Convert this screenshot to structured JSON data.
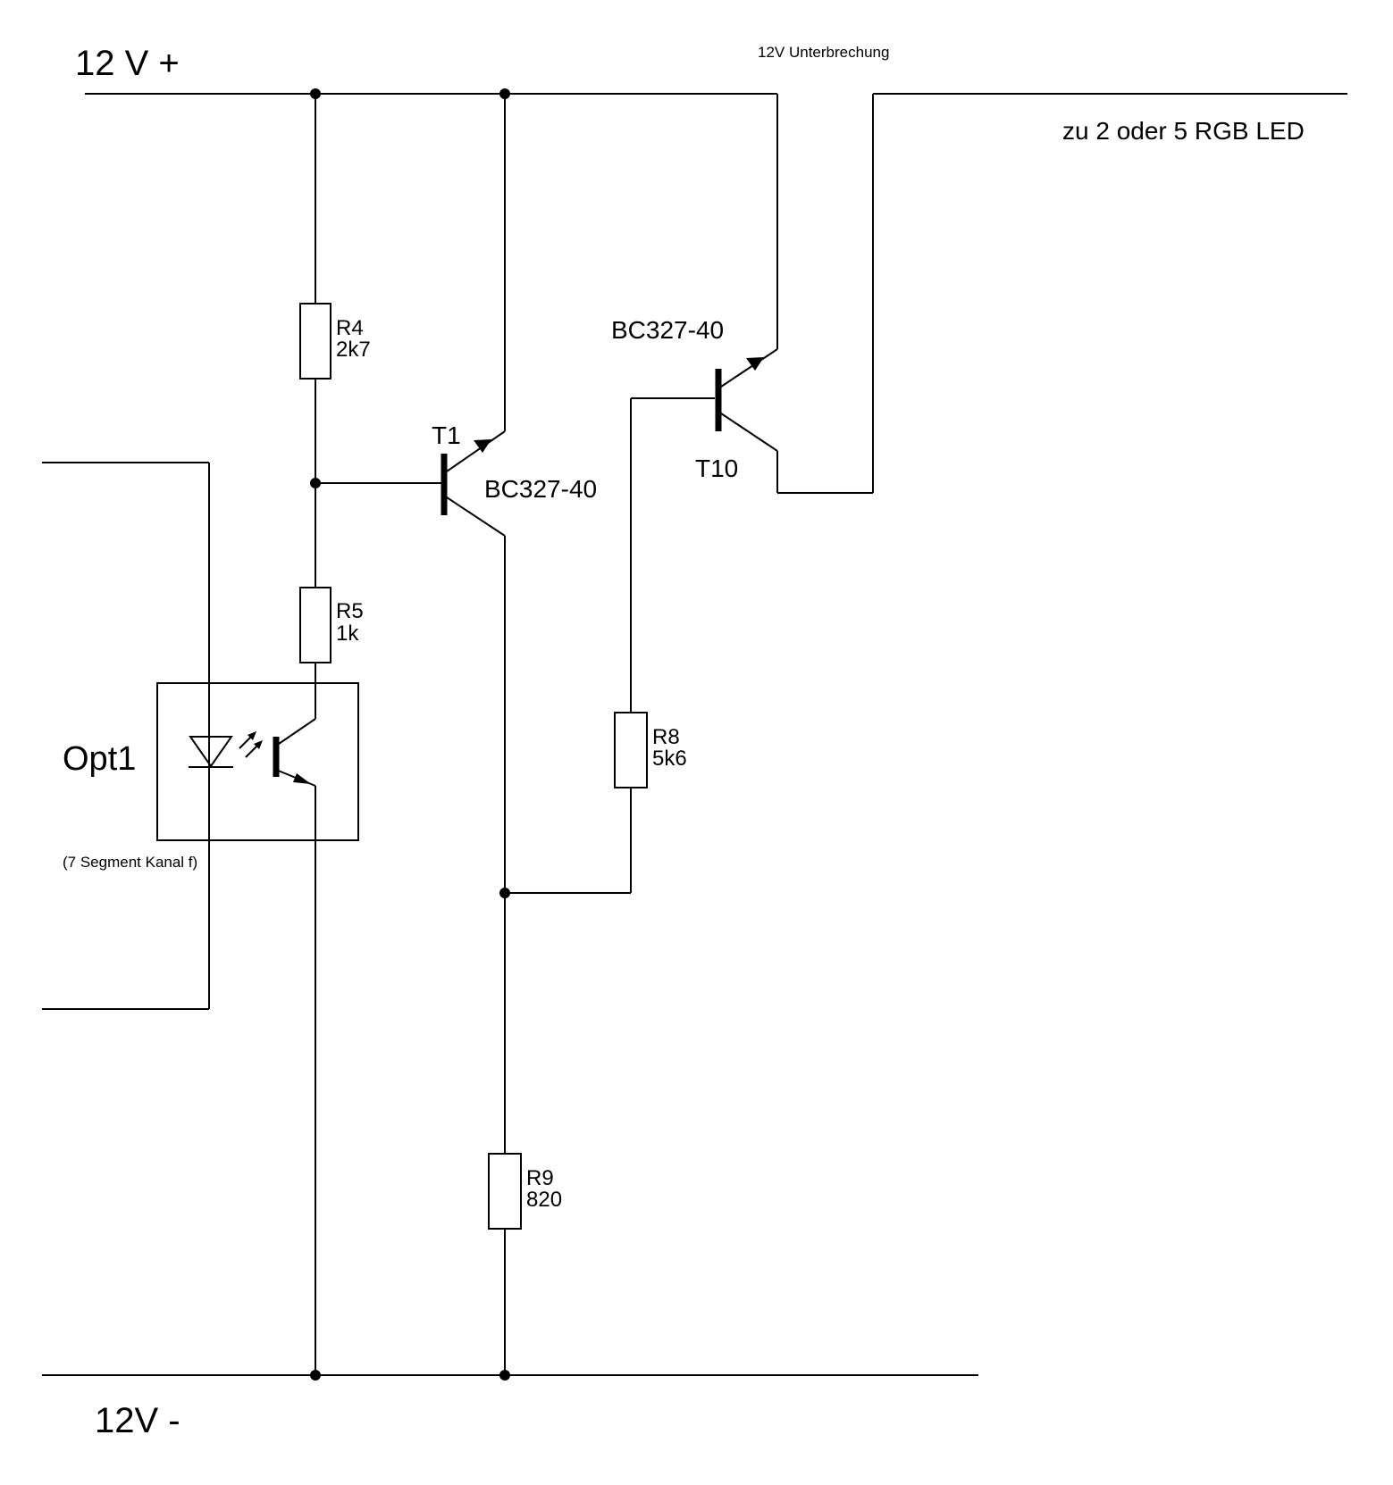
{
  "rails": {
    "positive": "12 V +",
    "negative": "12V -"
  },
  "annotations": {
    "interruption": "12V Unterbrechung",
    "load": "zu 2 oder 5 RGB LED",
    "opto_note": "(7 Segment Kanal f)"
  },
  "resistors": {
    "r4": {
      "name": "R4",
      "value": "2k7"
    },
    "r5": {
      "name": "R5",
      "value": "1k"
    },
    "r8": {
      "name": "R8",
      "value": "5k6"
    },
    "r9": {
      "name": "R9",
      "value": "820"
    }
  },
  "transistors": {
    "t1": {
      "name": "T1",
      "type": "BC327-40"
    },
    "t10": {
      "name": "T10",
      "type": "BC327-40"
    }
  },
  "optocoupler": {
    "name": "Opt1"
  }
}
